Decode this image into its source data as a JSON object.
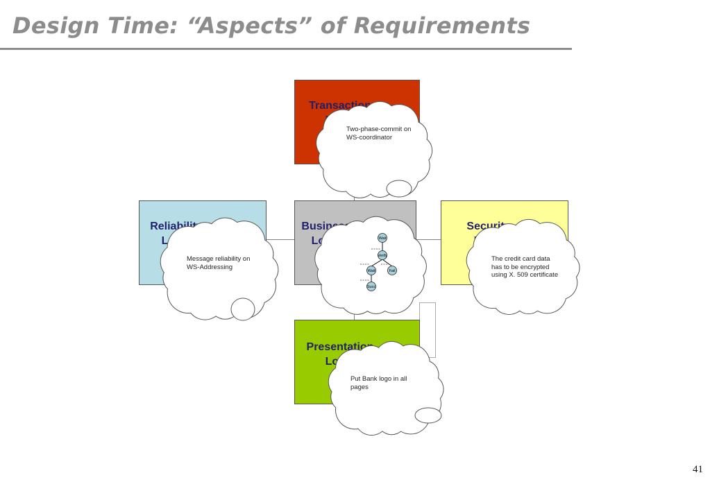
{
  "slide": {
    "title": "Design Time: “Aspects” of Requirements",
    "page_number": "41"
  },
  "boxes": {
    "transaction": {
      "label": "Transaction\nLogic",
      "color": "#cc3300"
    },
    "reliability": {
      "label": "Reliability\nLogic",
      "color": "#b7dde6"
    },
    "business": {
      "label": "Business\nLogic",
      "color": "#c0c0c0"
    },
    "security": {
      "label": "Security\nLogic",
      "color": "#ffff99"
    },
    "presentation": {
      "label": "Presentation\nLogic",
      "color": "#99cc00"
    }
  },
  "clouds": {
    "transaction": {
      "text": "Two-phase-commit on\nWS-coordinator"
    },
    "reliability": {
      "text": "Message reliability on\nWS-Addressing"
    },
    "security": {
      "text": "The credit card data\nhas to be encrypted\nusing X. 509 certificate"
    },
    "presentation": {
      "text": "Put Bank logo in all\npages"
    }
  },
  "workflow": {
    "nodes": [
      "Wait",
      "Verify",
      "Wait",
      "Fail",
      "Succ"
    ]
  }
}
